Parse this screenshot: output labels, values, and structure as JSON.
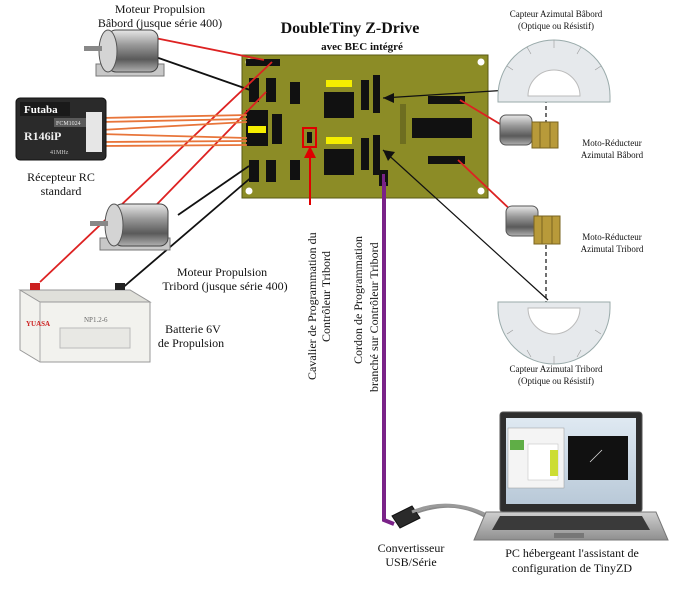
{
  "board": {
    "title": "DoubleTiny Z-Drive",
    "subtitle": "avec BEC intégré"
  },
  "labels": {
    "motor_port": [
      "Moteur Propulsion",
      "Bâbord (jusque série 400)"
    ],
    "rc_receiver": [
      "Récepteur RC",
      "standard"
    ],
    "motor_starboard": [
      "Moteur Propulsion",
      "Tribord (jusque série 400)"
    ],
    "battery": [
      "Batterie 6V",
      "de Propulsion"
    ],
    "jumper": [
      "Cavalier de Programmation du",
      "Contrôleur Tribord"
    ],
    "cable": [
      "Cordon de Programmation",
      "branché sur Contrôleur Tribord"
    ],
    "sensor_port": [
      "Capteur Azimutal Bâbord",
      "(Optique ou Résistif)"
    ],
    "gear_port": [
      "Moto-Réducteur",
      "Azimutal Bâbord"
    ],
    "gear_starboard": [
      "Moto-Réducteur",
      "Azimutal Tribord"
    ],
    "sensor_starboard": [
      "Capteur Azimutal Tribord",
      "(Optique ou Résistif)"
    ],
    "converter": [
      "Convertisseur",
      "USB/Série"
    ],
    "pc": [
      "PC hébergeant l'assistant de",
      "configuration de TinyZD"
    ]
  },
  "receiver": {
    "brand": "Futaba",
    "model_badge": "FCM1024",
    "model": "R146iP",
    "band": "41MHz"
  },
  "battery_brand": "YUASA",
  "battery_model": "NP1.2-6",
  "colors": {
    "board": "#8c8c26",
    "wire_red": "#dd2222",
    "wire_black": "#111111",
    "wire_orange": "#e8753a",
    "cable_purple": "#7a2288",
    "chip": "#111111",
    "capacitor_yellow": "#f5ee00"
  }
}
